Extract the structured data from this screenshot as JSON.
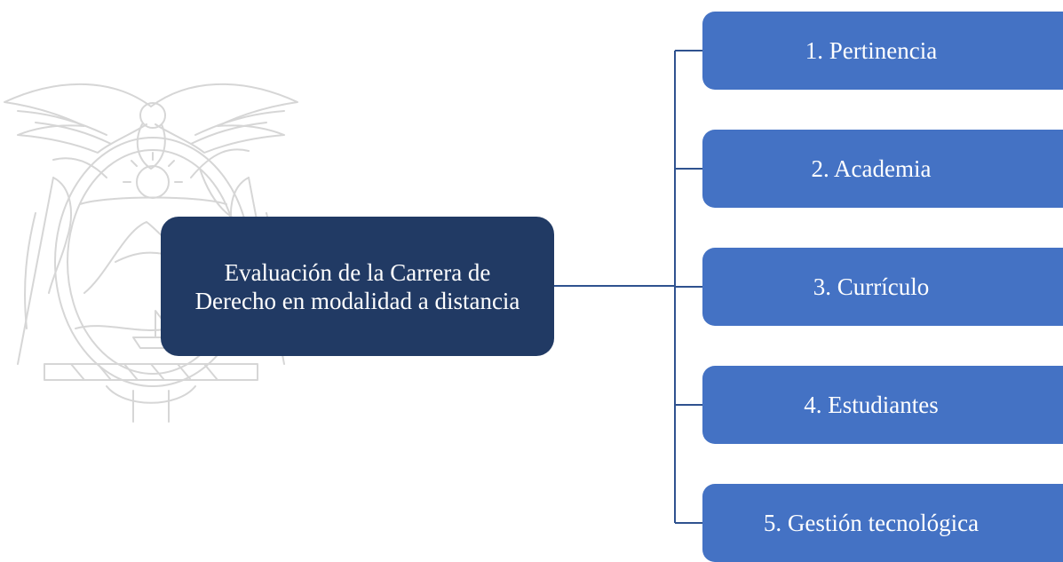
{
  "diagram": {
    "root": {
      "label": "Evaluación de la Carrera de Derecho en modalidad a distancia"
    },
    "children": [
      {
        "label": "1. Pertinencia"
      },
      {
        "label": "2. Academia"
      },
      {
        "label": "3. Currículo"
      },
      {
        "label": "4. Estudiantes"
      },
      {
        "label": "5. Gestión tecnológica"
      }
    ]
  },
  "colors": {
    "root_fill": "#213A64",
    "child_fill": "#4472C4",
    "connector": "#2F528F",
    "watermark": "#D3D3D3"
  },
  "watermark": {
    "icon": "coat-of-arms-watermark-icon"
  }
}
